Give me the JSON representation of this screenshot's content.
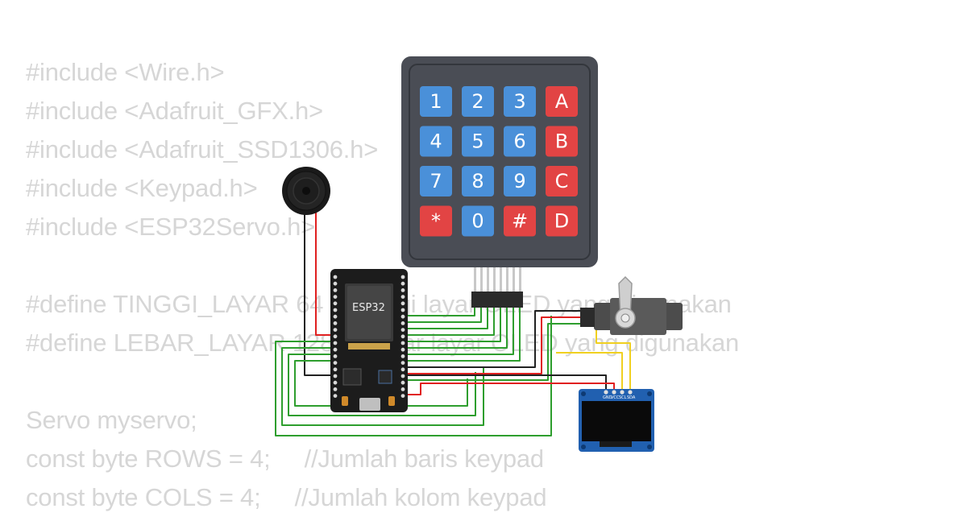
{
  "code": {
    "lines": [
      "#include <Wire.h>",
      "#include <Adafruit_GFX.h>",
      "#include <Adafruit_SSD1306.h>",
      "#include <Keypad.h>",
      "#include <ESP32Servo.h>",
      "",
      "#define TINGGI_LAYAR 64 // Tinggi layar OLED yang digunakan",
      "#define LEBAR_LAYAR 128 // Lebar layar OLED yang digunakan",
      "",
      "Servo myservo;",
      "const byte ROWS = 4;     //Jumlah baris keypad",
      "const byte COLS = 4;     //Jumlah kolom keypad"
    ]
  },
  "keypad": {
    "keys": [
      "1",
      "2",
      "3",
      "A",
      "4",
      "5",
      "6",
      "B",
      "7",
      "8",
      "9",
      "C",
      "*",
      "0",
      "#",
      "D"
    ]
  },
  "esp32": {
    "label": "ESP32"
  },
  "oled": {
    "pins": [
      "GND",
      "VCC",
      "SCL",
      "SDA"
    ]
  },
  "colors": {
    "key_blue": "#4a90d9",
    "key_red": "#e24444",
    "keypad_body": "#4a4d55",
    "board": "#1c1c1c",
    "oled_board": "#2160b0",
    "wire_green": "#2e9e2e",
    "wire_red": "#e02020",
    "wire_black": "#222222",
    "wire_yellow": "#f0d020"
  }
}
